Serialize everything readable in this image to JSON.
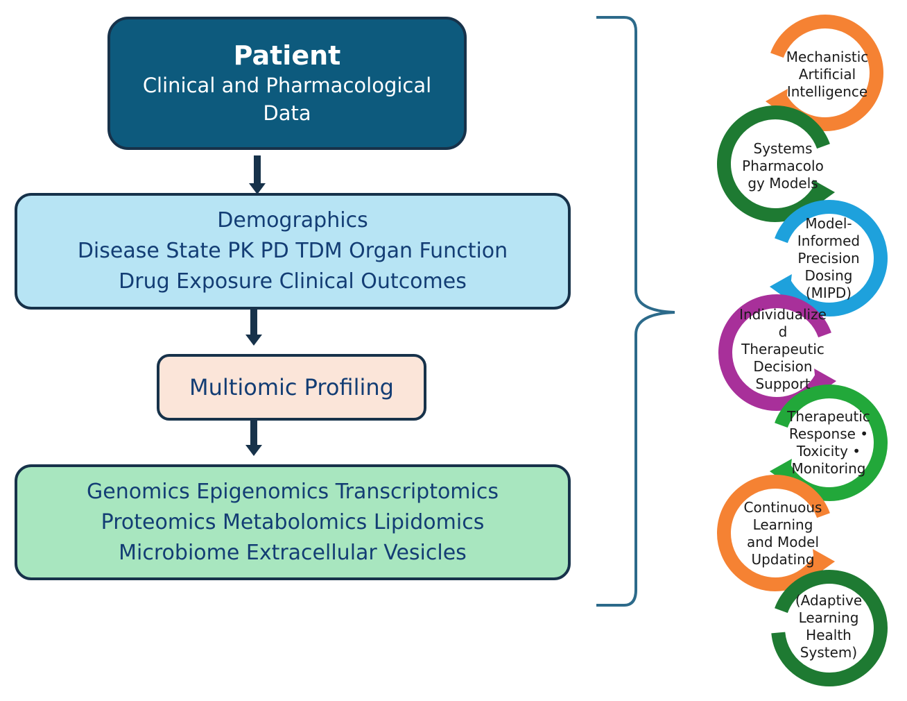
{
  "patient": {
    "title": "Patient",
    "subtitle_line1": "Clinical and Pharmacological",
    "subtitle_line2": "Data"
  },
  "clinical_data": {
    "line1": "Demographics",
    "line2": "Disease State PK  PD TDM   Organ Function",
    "line3": "Drug Exposure  Clinical Outcomes"
  },
  "multiomic": {
    "label": "Multiomic Profiling"
  },
  "omics": {
    "line1": "Genomics  Epigenomics  Transcriptomics",
    "line2": "Proteomics  Metabolomics  Lipidomics",
    "line3": "Microbiome  Extracellular Vesicles"
  },
  "cycle": [
    {
      "label": "Mechanistic\nArtificial\nIntelligence",
      "color": "#f58233"
    },
    {
      "label": "Systems\nPharmacolo\ngy Models",
      "color": "#1e7a32"
    },
    {
      "label": "Model-\nInformed\nPrecision\nDosing\n(MIPD)",
      "color": "#1ea1dc"
    },
    {
      "label": "Individualize\nd\nTherapeutic\nDecision\nSupport",
      "color": "#a8309a"
    },
    {
      "label": "Therapeutic\nResponse •\nToxicity •\nMonitoring",
      "color": "#22a83a"
    },
    {
      "label": "Continuous\nLearning\nand Model\nUpdating",
      "color": "#f58233"
    },
    {
      "label": "(Adaptive\nLearning\nHealth\nSystem)",
      "color": "#1e7a32"
    }
  ],
  "colors": {
    "patient_fill": "#0d5a7d",
    "clinical_fill": "#b7e4f4",
    "multiomic_fill": "#fbe5d9",
    "omics_fill": "#a8e6bf",
    "border": "#17324a",
    "brace": "#2c6a8a"
  }
}
